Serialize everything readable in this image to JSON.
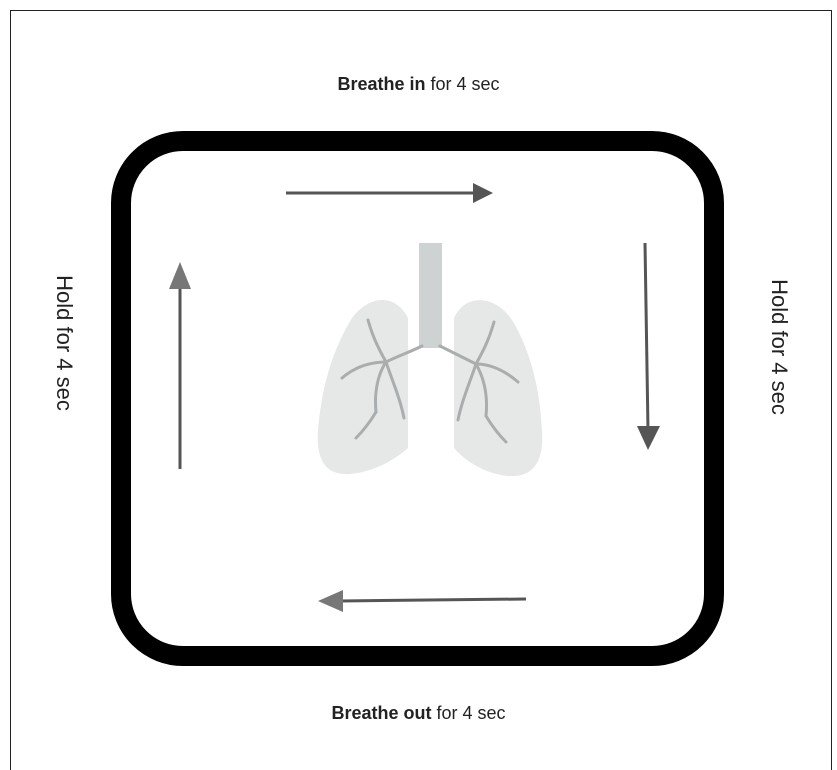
{
  "labels": {
    "top_bold": "Breathe in",
    "top_rest": " for 4 sec",
    "bottom_bold": "Breathe out",
    "bottom_rest": " for 4 sec",
    "left": "Hold for 4 sec",
    "right": "Hold for 4 sec"
  },
  "colors": {
    "box_border": "#000000",
    "arrow": "#555555",
    "arrow_head": "#666666",
    "lungs": "#e6e8e8",
    "trachea": "#cfd2d2",
    "bronchi": "#a9adad"
  },
  "icons": {
    "center": "lungs-icon"
  }
}
